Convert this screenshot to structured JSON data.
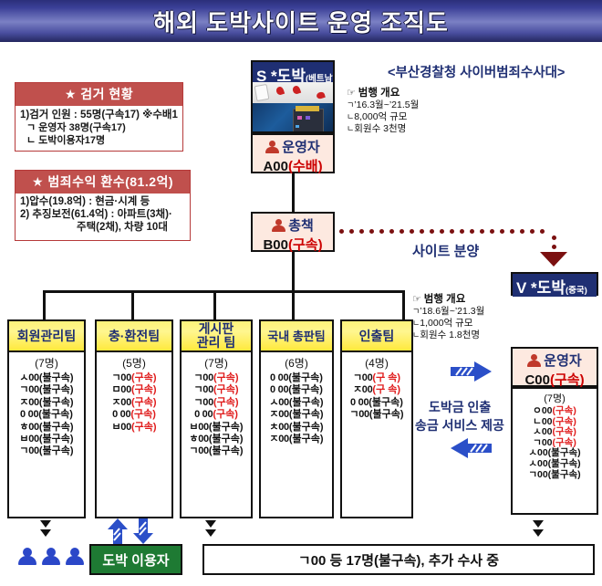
{
  "title": "해외 도박사이트 운영 조직도",
  "agency_label": "<부산경찰청 사이버범죄수사대>",
  "arrest_box": {
    "header": "★ 검거 현황",
    "line1": "1)검거 인원 : 55명(구속17) ※수배1",
    "line2": "ㄱ 운영자 38명(구속17)",
    "line3": "ㄴ 도박이용자17명"
  },
  "proceeds_box": {
    "header": "★ 범죄수익 환수(81.2억)",
    "line1": "1)압수(19.8억) : 현금·시계 등",
    "line2": "2) 추징보전(61.4억) : 아파트(3채)·",
    "line3": "주택(2채), 차량 10대"
  },
  "site_vn": {
    "name": "S *도박",
    "country": "(베트남)",
    "operator_label": "운영자",
    "operator_name": "A00",
    "operator_status": "(수배)",
    "outline_header": "범행 개요",
    "outline_1": "’16.3월~’21.5월",
    "outline_2": "8,000억 규모",
    "outline_3": "회원수 3천명"
  },
  "site_cn": {
    "name": "V *도박",
    "country": "(중국)",
    "operator_label": "운영자",
    "operator_name": "C00",
    "operator_status": "(구속)",
    "outline_header": "범행 개요",
    "outline_1": "’18.6월~’21.3월",
    "outline_2": "1,000억 규모",
    "outline_3": "회원수 1.8천명",
    "count": "(7명)",
    "members": [
      {
        "name": "ㅇ00",
        "status": "(구속)",
        "arrested": true
      },
      {
        "name": "ㄴ00",
        "status": "(구속)",
        "arrested": true
      },
      {
        "name": "ㅅ00",
        "status": "(구속)",
        "arrested": true
      },
      {
        "name": "ㄱ00",
        "status": "(구속)",
        "arrested": true
      },
      {
        "name": "ㅅ00",
        "status": "(불구속)",
        "arrested": false
      },
      {
        "name": "ㅅ00",
        "status": "(불구속)",
        "arrested": false
      },
      {
        "name": "ㄱ00",
        "status": "(불구속)",
        "arrested": false
      }
    ]
  },
  "boss": {
    "label": "총책",
    "name": "B00",
    "status": "(구속)"
  },
  "site_transfer_label": "사이트 분양",
  "withdrawal_label_1": "도박금 인출",
  "withdrawal_label_2": "송금 서비스 제공",
  "teams": [
    {
      "name": "회원관리팀",
      "count": "(7명)",
      "members": [
        {
          "name": "ㅅ00",
          "status": "(불구속)",
          "arrested": false
        },
        {
          "name": "ㄱ00",
          "status": "(불구속)",
          "arrested": false
        },
        {
          "name": "ㅈ00",
          "status": "(불구속)",
          "arrested": false
        },
        {
          "name": "0 00",
          "status": "(불구속)",
          "arrested": false
        },
        {
          "name": "ㅎ00",
          "status": "(불구속)",
          "arrested": false
        },
        {
          "name": "ㅂ00",
          "status": "(불구속)",
          "arrested": false
        },
        {
          "name": "ㄱ00",
          "status": "(불구속)",
          "arrested": false
        }
      ]
    },
    {
      "name": "충·환전팀",
      "count": "(5명)",
      "members": [
        {
          "name": "ㄱ00",
          "status": "(구속)",
          "arrested": true
        },
        {
          "name": "ㅁ00",
          "status": "(구속)",
          "arrested": true
        },
        {
          "name": "ㅈ00",
          "status": "(구속)",
          "arrested": true
        },
        {
          "name": "0 00",
          "status": "(구속)",
          "arrested": true
        },
        {
          "name": "ㅂ00",
          "status": "(구속)",
          "arrested": true
        }
      ]
    },
    {
      "name": "게시판\n관리 팀",
      "count": "(7명)",
      "members": [
        {
          "name": "ㄱ00",
          "status": "(구속)",
          "arrested": true
        },
        {
          "name": "ㄱ00",
          "status": "(구속)",
          "arrested": true
        },
        {
          "name": "ㄱ00",
          "status": "(구속)",
          "arrested": true
        },
        {
          "name": "0 00",
          "status": "(구속)",
          "arrested": true
        },
        {
          "name": "ㅂ00",
          "status": "(불구속)",
          "arrested": false
        },
        {
          "name": "ㅎ00",
          "status": "(불구속)",
          "arrested": false
        },
        {
          "name": "ㄱ00",
          "status": "(불구속)",
          "arrested": false
        }
      ]
    },
    {
      "name": "국내 총판팀",
      "count": "(6명)",
      "members": [
        {
          "name": "0 00",
          "status": "(불구속)",
          "arrested": false
        },
        {
          "name": "0 00",
          "status": "(불구속)",
          "arrested": false
        },
        {
          "name": "ㅅ00",
          "status": "(불구속)",
          "arrested": false
        },
        {
          "name": "ㅈ00",
          "status": "(불구속)",
          "arrested": false
        },
        {
          "name": "ㅊ00",
          "status": "(불구속)",
          "arrested": false
        },
        {
          "name": "ㅈ00",
          "status": "(불구속)",
          "arrested": false
        }
      ]
    },
    {
      "name": "인출팀",
      "count": "(4명)",
      "members": [
        {
          "name": "ㄱ00",
          "status": "(구 속)",
          "arrested": true
        },
        {
          "name": "ㅈ00",
          "status": "(구 속)",
          "arrested": true
        },
        {
          "name": "0 00",
          "status": "(불구속)",
          "arrested": false
        },
        {
          "name": "ㄱ00",
          "status": "(불구속)",
          "arrested": false
        }
      ]
    }
  ],
  "bottom": {
    "gambler_label": "도박 이용자",
    "summary": "ㄱ00 등 17명(불구속), 추가 수사 중"
  }
}
